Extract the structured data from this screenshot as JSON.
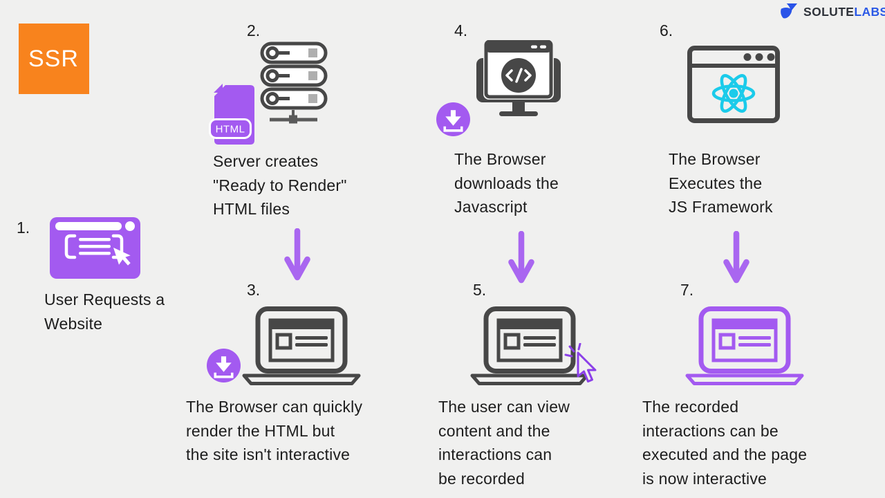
{
  "badge": {
    "label": "SSR",
    "color": "#F8831D"
  },
  "logo": {
    "text_primary": "SOLUTE",
    "text_accent": "LABS",
    "accent_color": "#2B59E6"
  },
  "colors": {
    "background": "#F0F0EF",
    "icon_purple": "#A35AF0",
    "arrow_purple": "#A966F0",
    "icon_dark": "#474747",
    "react_cyan": "#1BCBEA",
    "text": "#1D1D1D"
  },
  "steps": [
    {
      "number": "1.",
      "caption": "User Requests a\nWebsite",
      "icon": "website-request-icon"
    },
    {
      "number": "2.",
      "caption": "Server creates\n\"Ready to Render\"\nHTML files",
      "icon": "server-stack-icon",
      "file_label": "HTML"
    },
    {
      "number": "3.",
      "caption": "The Browser can quickly\nrender the HTML but\nthe site isn't interactive",
      "icon": "laptop-download-icon"
    },
    {
      "number": "4.",
      "caption": "The Browser\ndownloads the\nJavascript",
      "icon": "monitor-code-download-icon"
    },
    {
      "number": "5.",
      "caption": "The user can view\ncontent and the\ninteractions can\nbe recorded",
      "icon": "laptop-click-icon"
    },
    {
      "number": "6.",
      "caption": "The Browser\nExecutes the\nJS Framework",
      "icon": "browser-react-icon"
    },
    {
      "number": "7.",
      "caption": "The recorded\ninteractions can be\nexecuted and the page\nis now interactive",
      "icon": "laptop-interactive-icon"
    }
  ]
}
